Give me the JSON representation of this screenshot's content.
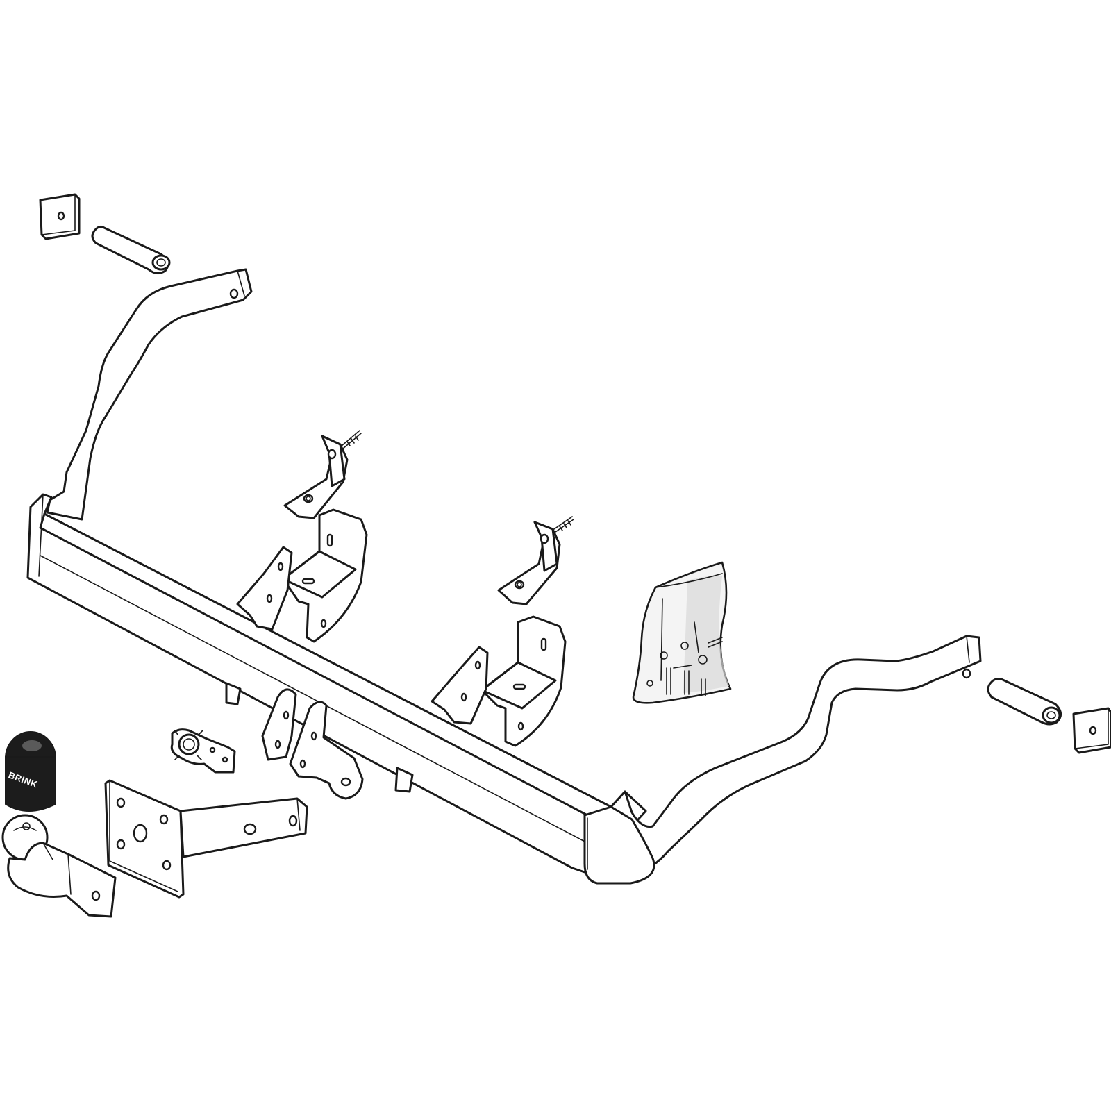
{
  "diagram": {
    "logo_text": "BRINK",
    "line_color": "#1a1a1a",
    "background": "#ffffff",
    "parts": [
      "main-crossbar",
      "left-side-arm",
      "right-side-arm",
      "left-square-plate",
      "right-square-plate",
      "left-spacer-tube",
      "right-spacer-tube",
      "angle-bracket-1",
      "angle-bracket-2",
      "mount-bracket-1",
      "mount-bracket-2",
      "hardware-bag",
      "tow-ball-cover",
      "tow-ball-neck",
      "socket-plate",
      "ball-mount-plate",
      "center-bracket"
    ]
  }
}
